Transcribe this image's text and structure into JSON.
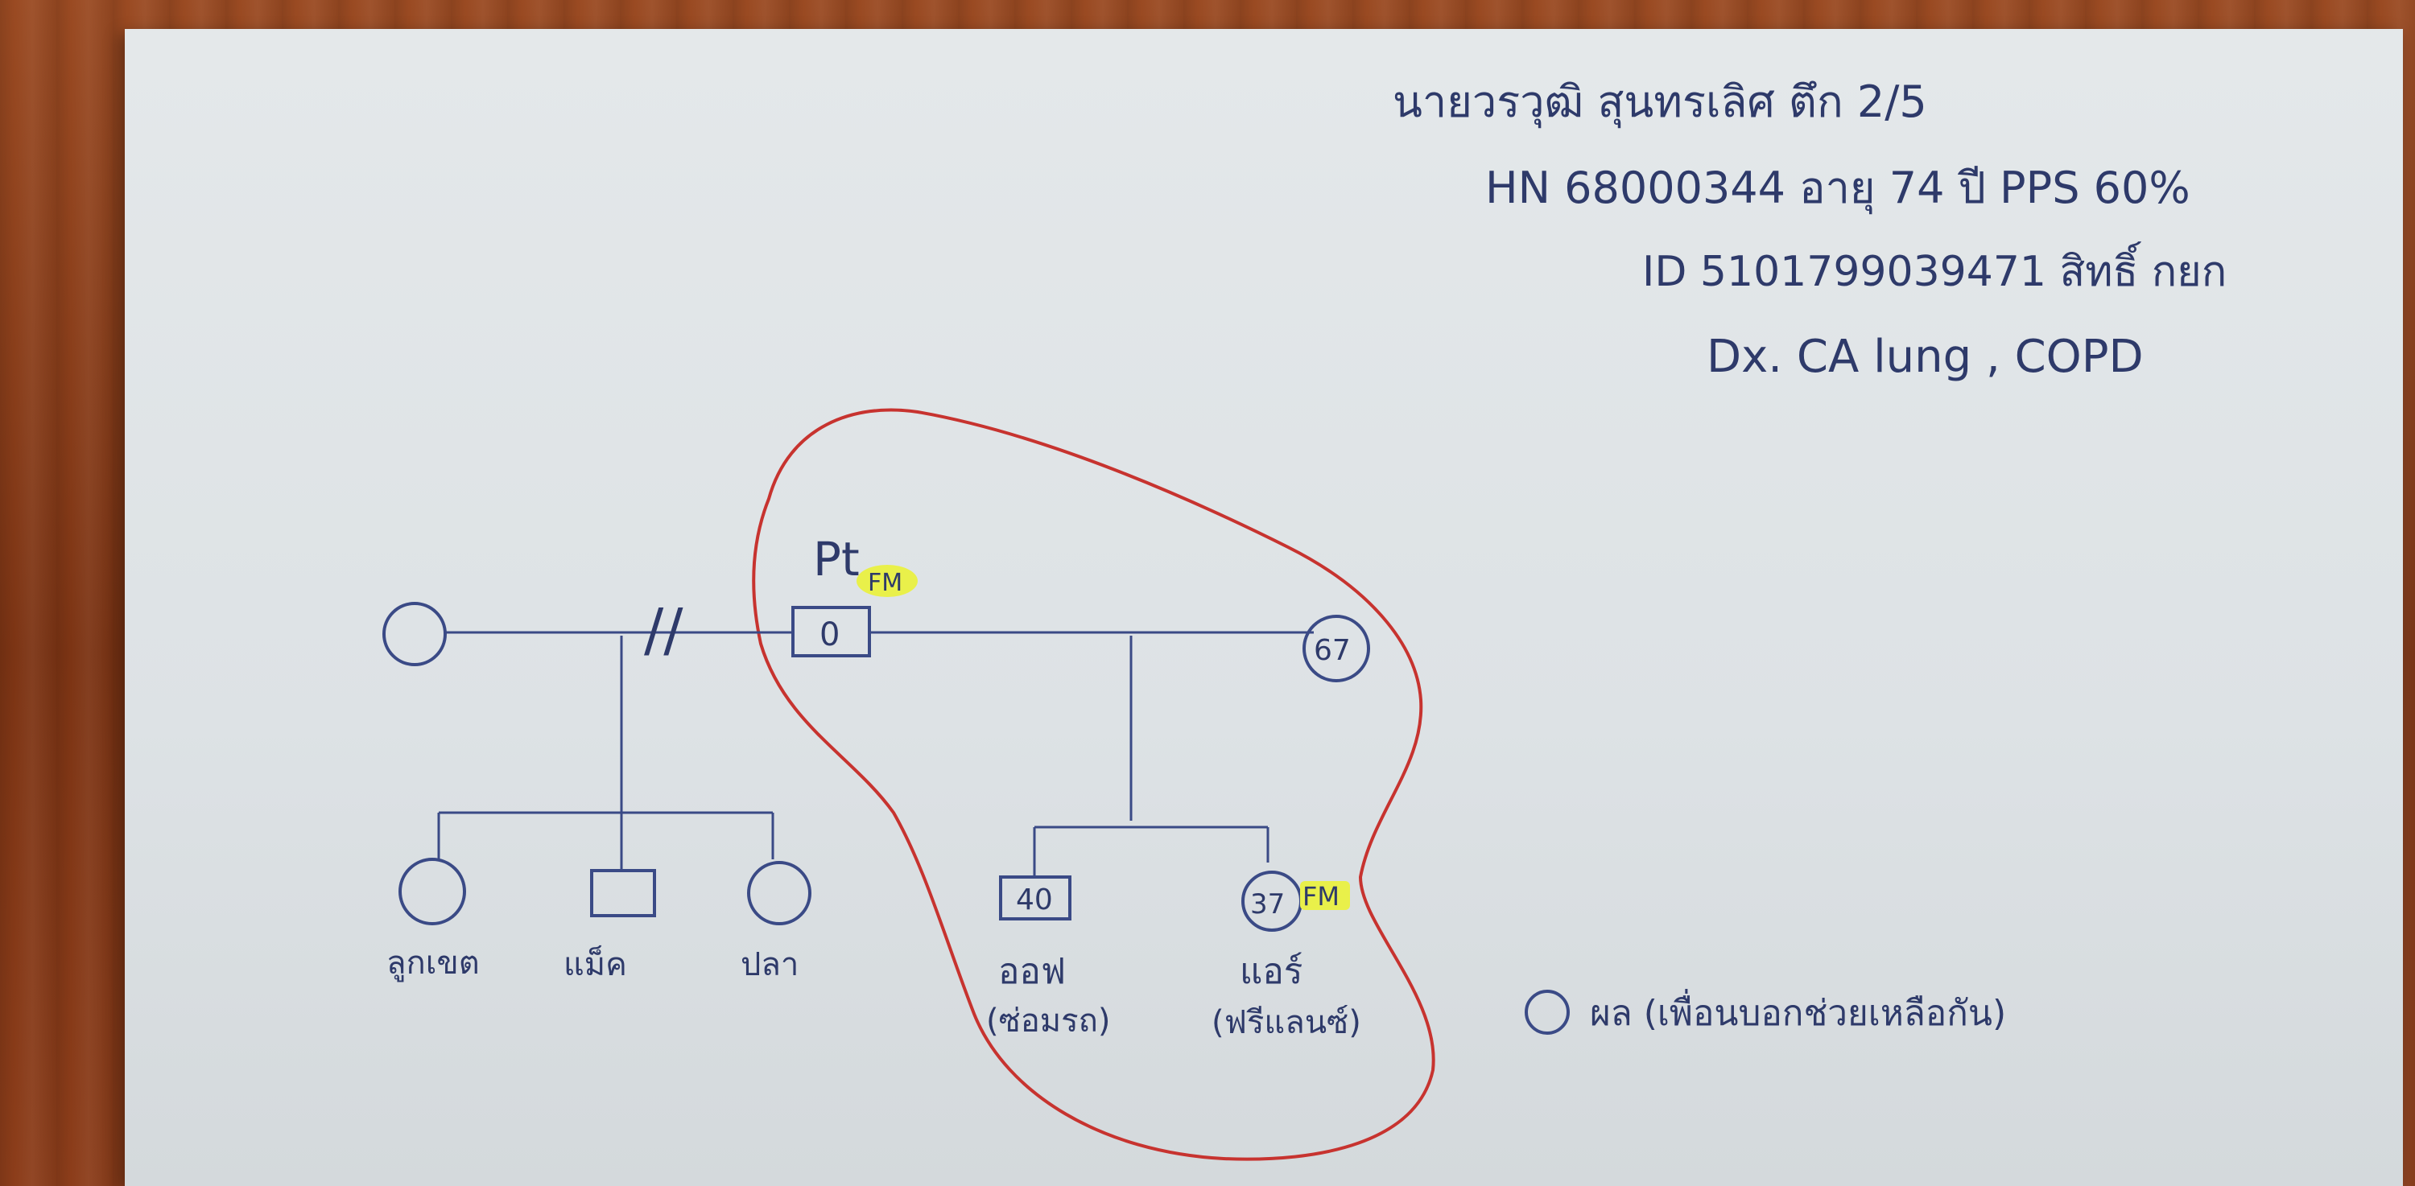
{
  "header": {
    "line1": "นายวรวุฒิ สุนทรเลิศ ตึก 2/5",
    "line2": "HN 68000344 อายุ 74 ปี PPS 60%",
    "line3": "ID 5101799039471 สิทธิ์ กยก",
    "line4": "Dx. CA lung , COPD"
  },
  "genogram": {
    "patient_label": "Pt",
    "fm_tag": "FM",
    "patient_age": "0",
    "spouse_age": "67",
    "divorce_mark": "//",
    "children_first": [
      "ลูกเขต",
      "แม็ค",
      "ปลา"
    ],
    "child_son_age": "40",
    "child_son_name": "ออฟ",
    "child_son_note": "(ซ่อมรถ)",
    "child_daughter_age": "37",
    "child_daughter_name": "แอร์",
    "child_daughter_note": "(ฟรีแลนซ์)"
  },
  "legend": {
    "text": "ผล (เพื่อนบอกช่วยเหลือกัน)"
  },
  "colors": {
    "ink_blue": "#3a4a86",
    "ink_red": "#c7332f",
    "highlight": "#e9f04a"
  }
}
